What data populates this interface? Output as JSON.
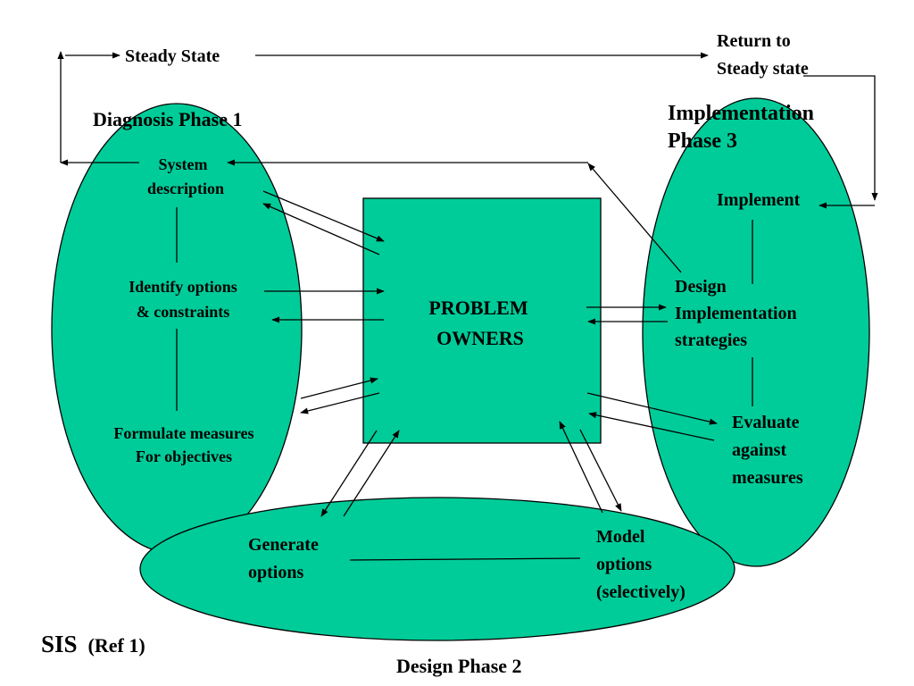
{
  "colors": {
    "shape_fill": "#00CC99",
    "line": "#000000",
    "background": "#FFFFFF"
  },
  "top": {
    "steady_state": "Steady State",
    "return_line1": "Return to",
    "return_line2": "Steady state"
  },
  "diagnosis": {
    "title": "Diagnosis Phase 1",
    "system_line1": "System",
    "system_line2": "description",
    "identify_line1": "Identify options",
    "identify_line2": "& constraints",
    "formulate_line1": "Formulate measures",
    "formulate_line2": "For objectives"
  },
  "center": {
    "line1": "PROBLEM",
    "line2": "OWNERS"
  },
  "implementation": {
    "title_line1": "Implementation",
    "title_line2": "Phase 3",
    "implement": "Implement",
    "design_line1": "Design",
    "design_line2": "Implementation",
    "design_line3": "strategies",
    "evaluate_line1": "Evaluate",
    "evaluate_line2": "against",
    "evaluate_line3": "measures"
  },
  "design": {
    "title": "Design Phase 2",
    "generate_line1": "Generate",
    "generate_line2": "options",
    "model_line1": "Model",
    "model_line2": "options",
    "model_line3": "(selectively)"
  },
  "footer": {
    "sis": "SIS",
    "ref": "(Ref 1)"
  }
}
